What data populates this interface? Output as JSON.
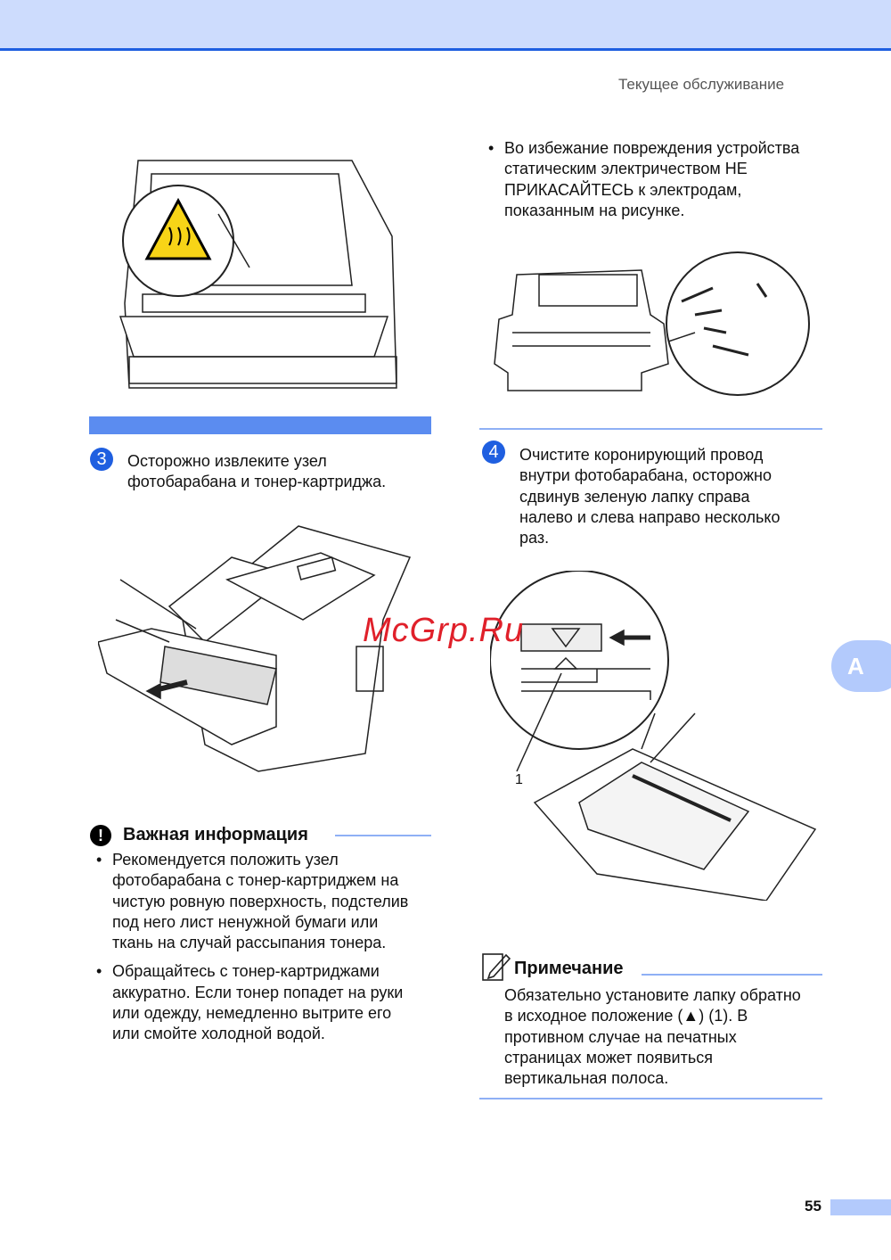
{
  "header": {
    "running_title": "Текущее обслуживание"
  },
  "left": {
    "step3": {
      "number": "3",
      "text_lines": [
        "Осторожно извлеките узел",
        "фотобарабана и тонер-картриджа."
      ]
    },
    "important": {
      "title": "Важная информация",
      "bullets": [
        [
          "Рекомендуется положить узел",
          "фотобарабана с тонер-картриджем на",
          "чистую ровную поверхность, подстелив",
          "под него лист ненужной бумаги или",
          "ткань на случай рассыпания тонера."
        ],
        [
          "Обращайтесь с тонер-картриджами",
          "аккуратно. Если тонер попадет на руки",
          "или одежду, немедленно вытрите его",
          "или смойте холодной водой."
        ]
      ]
    }
  },
  "right": {
    "warning_bullet": [
      "Во избежание повреждения устройства",
      "статическим электричеством НЕ",
      "ПРИКАСАЙТЕСЬ к электродам,",
      "показанным на рисунке."
    ],
    "step4": {
      "number": "4",
      "text_lines": [
        "Очистите коронирующий провод",
        "внутри фотобарабана, осторожно",
        "сдвинув зеленую лапку справа",
        "налево и слева направо несколько",
        "раз."
      ]
    },
    "callout_label": "1",
    "note": {
      "title": "Примечание",
      "text_lines": [
        "Обязательно установите лапку обратно",
        "в исходное положение (▲) (1). В",
        "противном случае на печатных",
        "страницах может появиться",
        "вертикальная полоса."
      ]
    }
  },
  "side_tab": "A",
  "page_number": "55",
  "watermark": "McGrp.Ru",
  "colors": {
    "accent": "#1f5fe0",
    "header_bg": "#cddcfd",
    "tab": "#b3cafc"
  }
}
